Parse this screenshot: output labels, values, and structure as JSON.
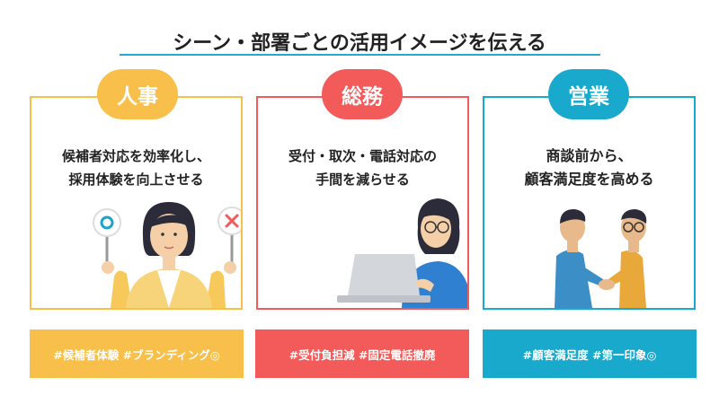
{
  "title": "シーン・部署ごとの活用イメージを伝える",
  "colors": {
    "accent_line": "#29a7cf",
    "hr": "#f8c04a",
    "soumu": "#f35a5a",
    "eigyo": "#18a9cc"
  },
  "cards": [
    {
      "badge": "人事",
      "line1": "候補者対応を効率化し、",
      "line2": "採用体験を向上させる",
      "tags": "#候補者体験 #ブランディング◎",
      "illustration": "woman-holding-ok-ng-signs"
    },
    {
      "badge": "総務",
      "line1": "受付・取次・電話対応の",
      "line2": "手間を減らせる",
      "tags": "#受付負担減 #固定電話撤廃",
      "illustration": "woman-at-laptop"
    },
    {
      "badge": "営業",
      "line1": "商談前から、",
      "line2": "顧客満足度を高める",
      "tags": "#顧客満足度 #第一印象◎",
      "illustration": "two-men-handshake"
    }
  ]
}
